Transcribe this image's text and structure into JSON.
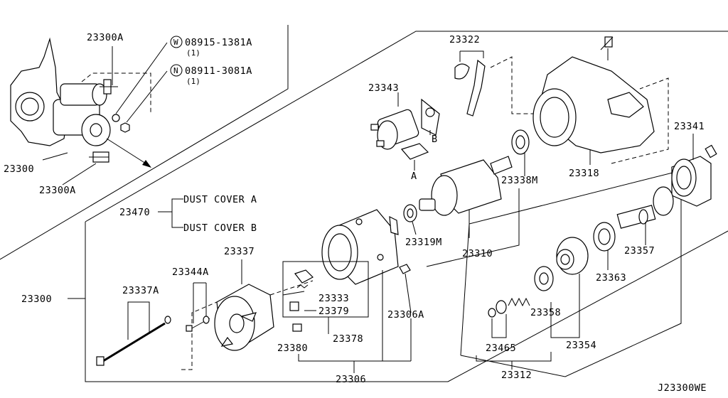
{
  "diagram": {
    "code": "J23300WE",
    "labels": {
      "p23300A_top": "23300A",
      "w_code": "08915-1381A",
      "w_qty": "(1)",
      "w_mark": "W",
      "n_code": "08911-3081A",
      "n_qty": "(1)",
      "n_mark": "N",
      "p23300_left": "23300",
      "p23300A_bottom": "23300A",
      "p23322": "23322",
      "p23343": "23343",
      "mark_A": "A",
      "mark_B": "B",
      "p23338M": "23338M",
      "p23318": "23318",
      "p23341": "23341",
      "p23470": "23470",
      "dust_cover_a": "DUST COVER A",
      "dust_cover_b": "DUST COVER B",
      "p23319M": "23319M",
      "p23310": "23310",
      "p23357": "23357",
      "p23337": "23337",
      "p23344A": "23344A",
      "p23337A": "23337A",
      "p23300_main": "23300",
      "p23333": "23333",
      "p23379": "23379",
      "p23378": "23378",
      "p23306A": "23306A",
      "p23363": "23363",
      "p23358": "23358",
      "p23354": "23354",
      "p23380": "23380",
      "p23465": "23465",
      "p23306": "23306",
      "p23312": "23312"
    }
  }
}
